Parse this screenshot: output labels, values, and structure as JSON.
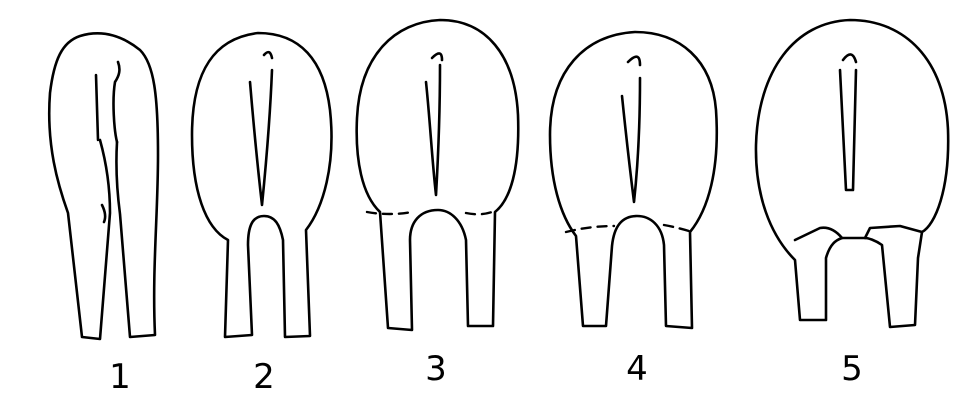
{
  "figures": [
    {
      "label": "1",
      "icon": "body-outline-icon"
    },
    {
      "label": "2",
      "icon": "body-outline-icon"
    },
    {
      "label": "3",
      "icon": "body-outline-icon"
    },
    {
      "label": "4",
      "icon": "body-outline-icon"
    },
    {
      "label": "5",
      "icon": "body-outline-icon"
    }
  ],
  "colors": {
    "line": "#000000",
    "background": "#ffffff"
  }
}
